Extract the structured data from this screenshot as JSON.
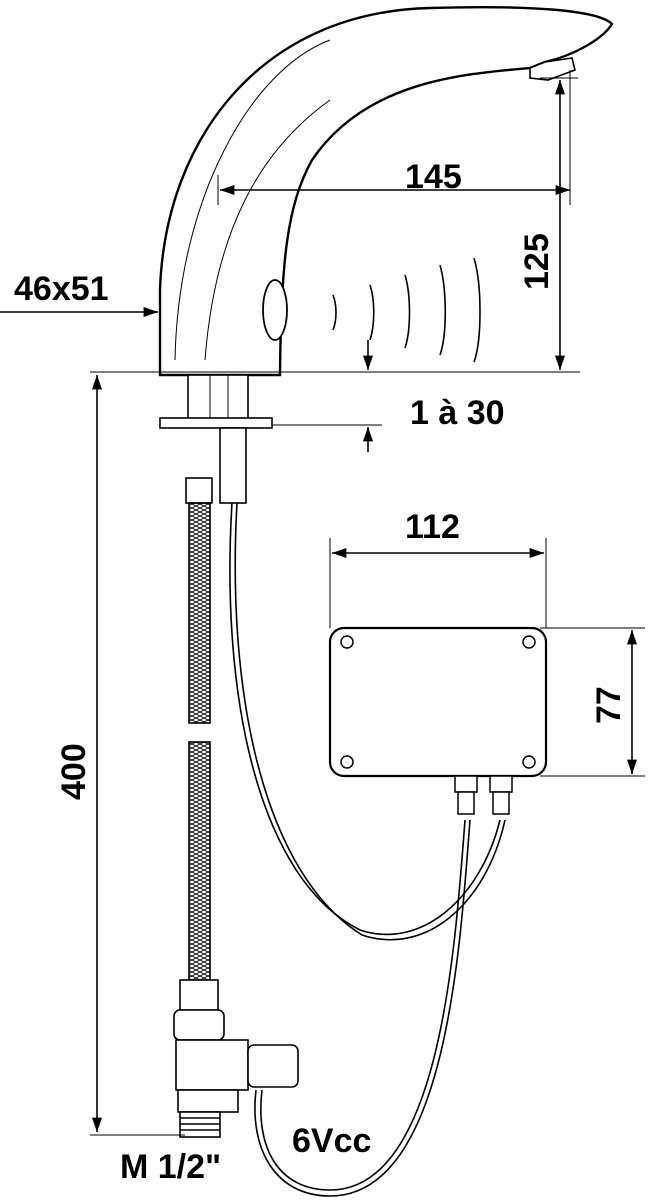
{
  "diagram": {
    "title": "Sensor faucet dimension drawing",
    "labels": {
      "body_section": "46x51",
      "spout_reach": "145",
      "spout_height": "125",
      "deck_thickness": "1 à 30",
      "box_width": "112",
      "box_height": "77",
      "hose_length": "400",
      "thread": "M 1/2\"",
      "voltage": "6Vcc"
    },
    "colors": {
      "line": "#000000",
      "background": "#ffffff"
    }
  }
}
